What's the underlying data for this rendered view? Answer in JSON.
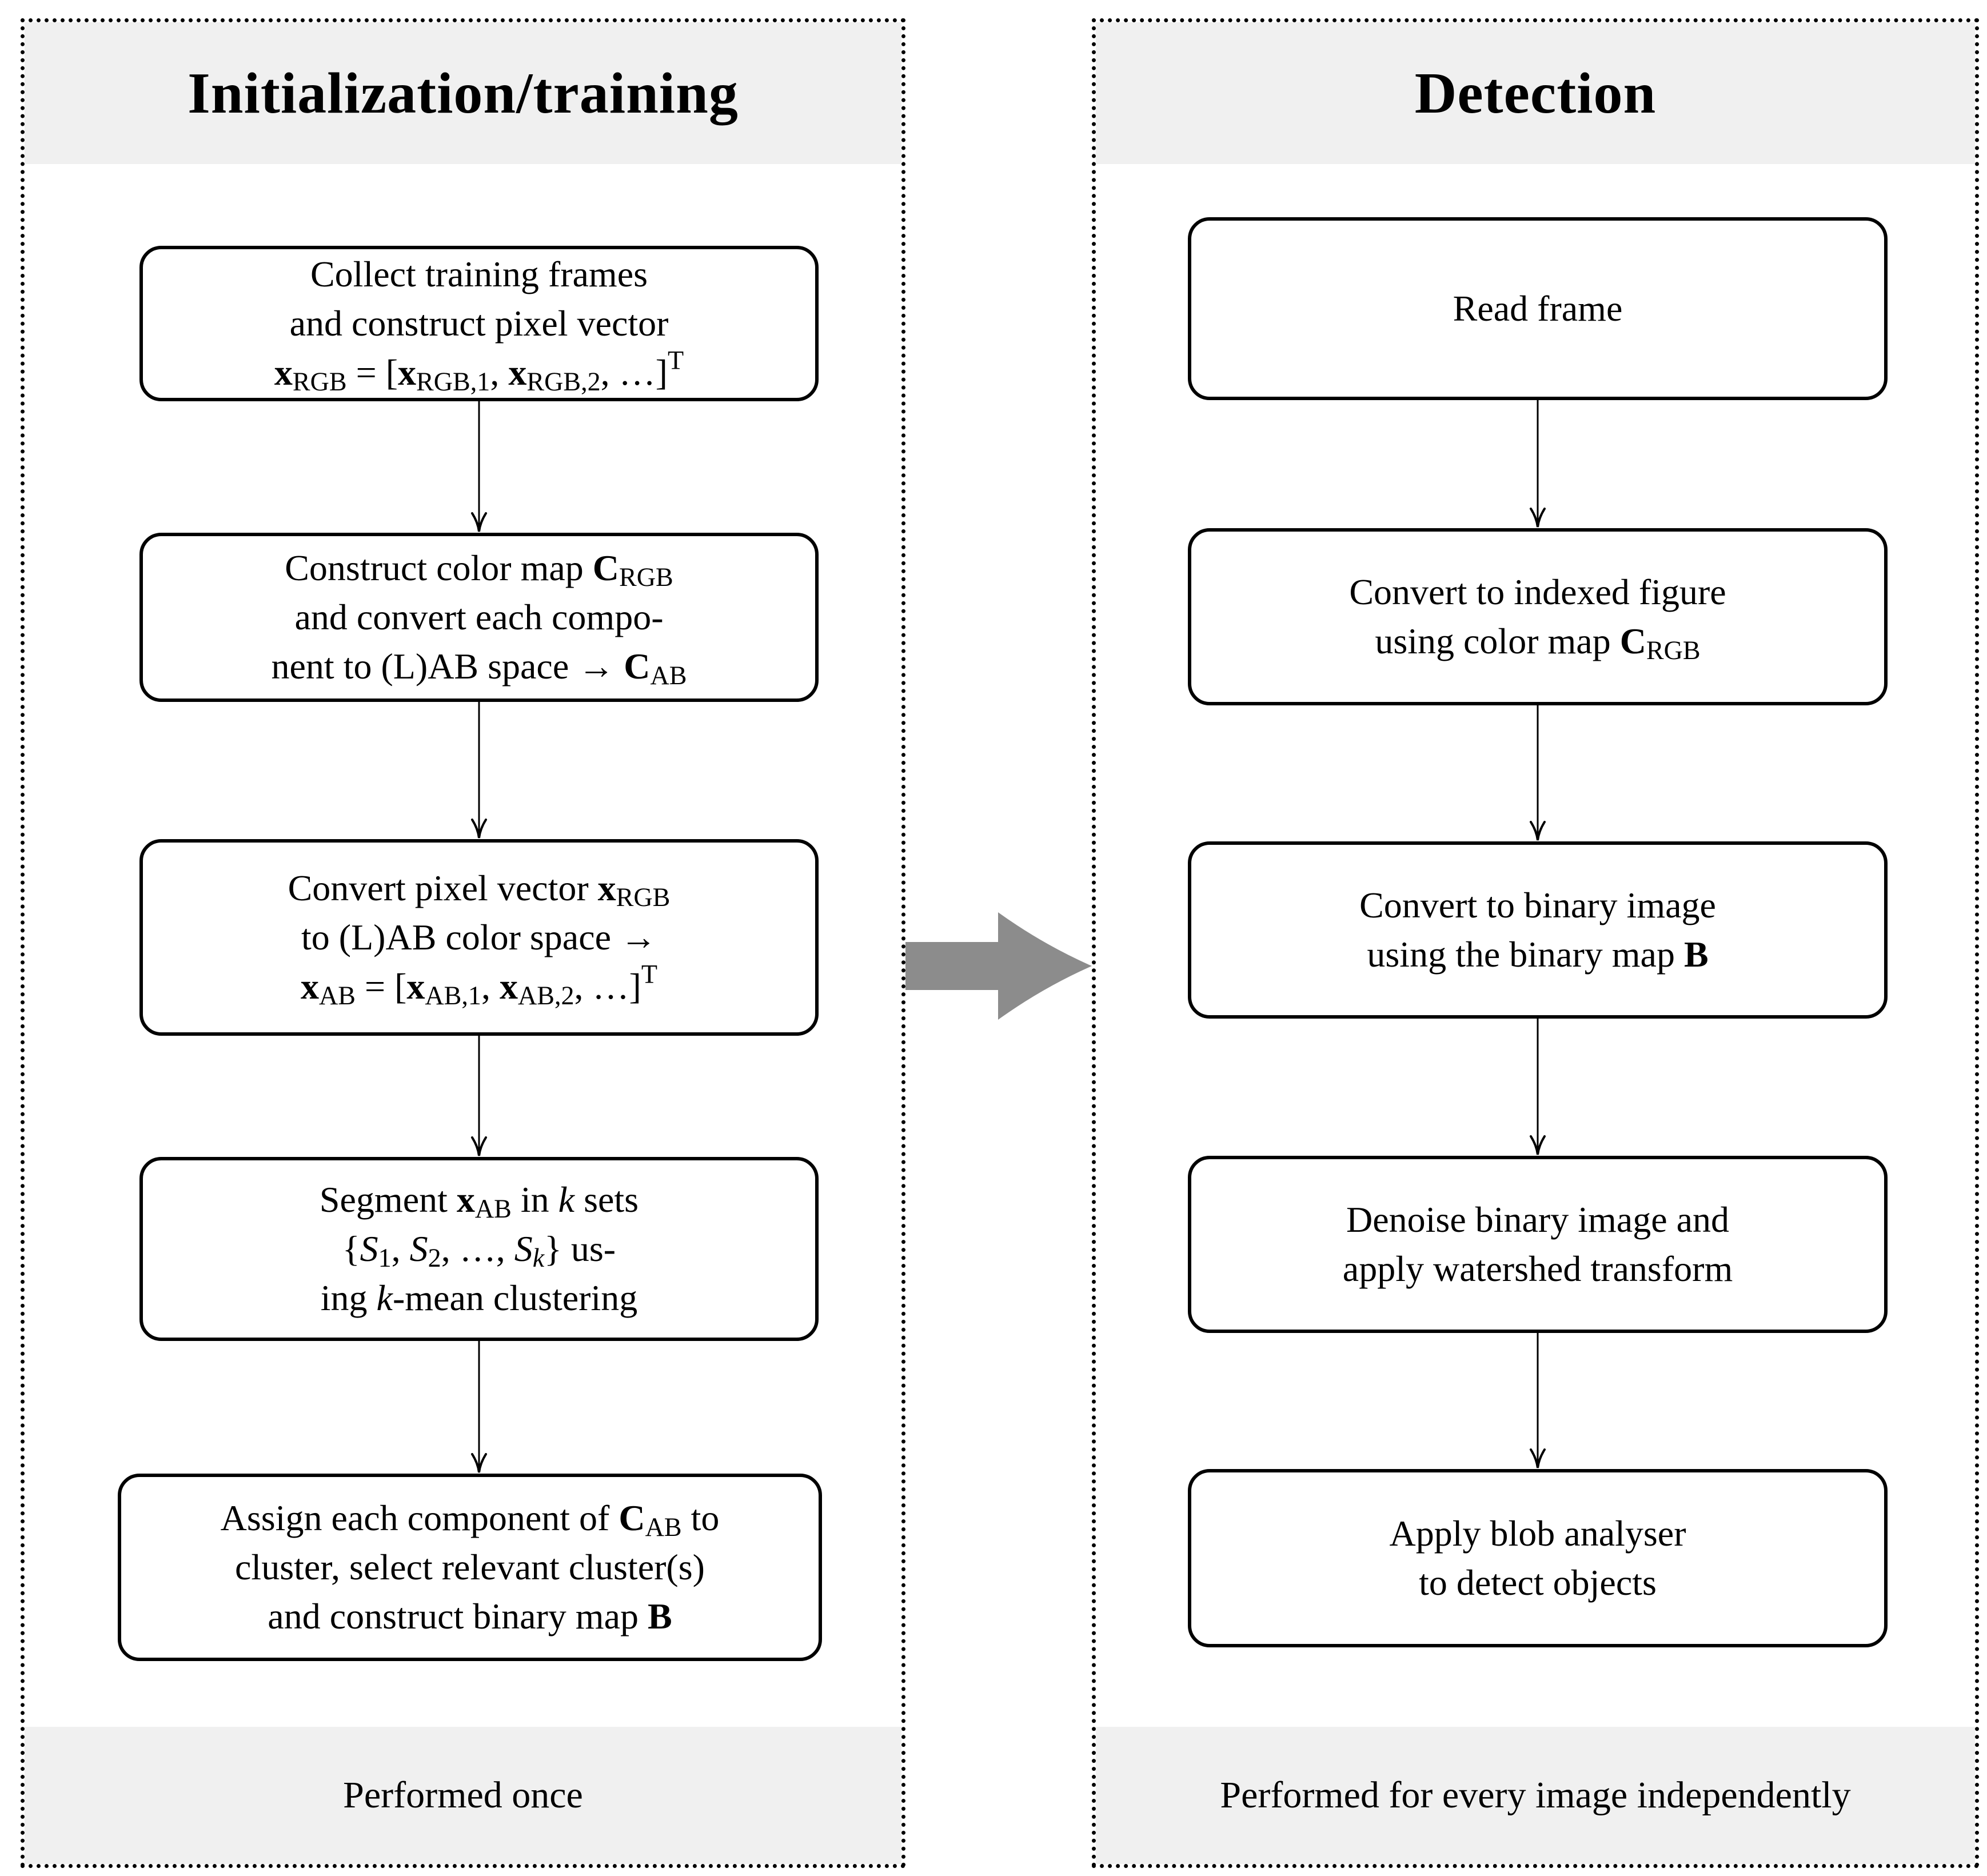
{
  "left_panel": {
    "title": "Initialization/training",
    "footer": "Performed once",
    "boxes": [
      {
        "html": "Collect training frames<br>and construct pixel vector<br><b>x</b><sub>RGB</sub> = [<b>x</b><sub>RGB,1</sub>, <b>x</b><sub>RGB,2</sub>, &#8230;]<sup>T</sup>"
      },
      {
        "html": "Construct color map <b>C</b><sub>RGB</sub><br>and convert each compo-<br>nent to (L)AB space &#8594; <b>C</b><sub>AB</sub>"
      },
      {
        "html": "Convert pixel vector <b>x</b><sub>RGB</sub><br>to (L)AB color space &#8594;<br><b>x</b><sub>AB</sub> = [<b>x</b><sub>AB,1</sub>, <b>x</b><sub>AB,2</sub>, &#8230;]<sup>T</sup>"
      },
      {
        "html": "Segment <b>x</b><sub>AB</sub> in <i>k</i> sets<br>{<i>S</i><sub>1</sub>, <i>S</i><sub>2</sub>, &#8230;, <i>S</i><sub><i>k</i></sub>} us-<br>ing <i>k</i>-mean clustering"
      },
      {
        "html": "Assign each component of <b>C</b><sub>AB</sub> to<br>cluster, select relevant cluster(s)<br>and construct binary map <b>B</b>"
      }
    ]
  },
  "right_panel": {
    "title": "Detection",
    "footer": "Performed for every image independently",
    "boxes": [
      {
        "html": "Read frame"
      },
      {
        "html": "Convert to indexed figure<br>using color map <b>C</b><sub>RGB</sub>"
      },
      {
        "html": "Convert to binary image<br>using the binary map <b>B</b>"
      },
      {
        "html": "Denoise binary image and<br>apply watershed transform"
      },
      {
        "html": "Apply blob analyser<br>to detect objects"
      }
    ]
  },
  "colors": {
    "band_bg": "#f0f0f0",
    "arrow_gray": "#8c8c8c",
    "line": "#000000"
  }
}
